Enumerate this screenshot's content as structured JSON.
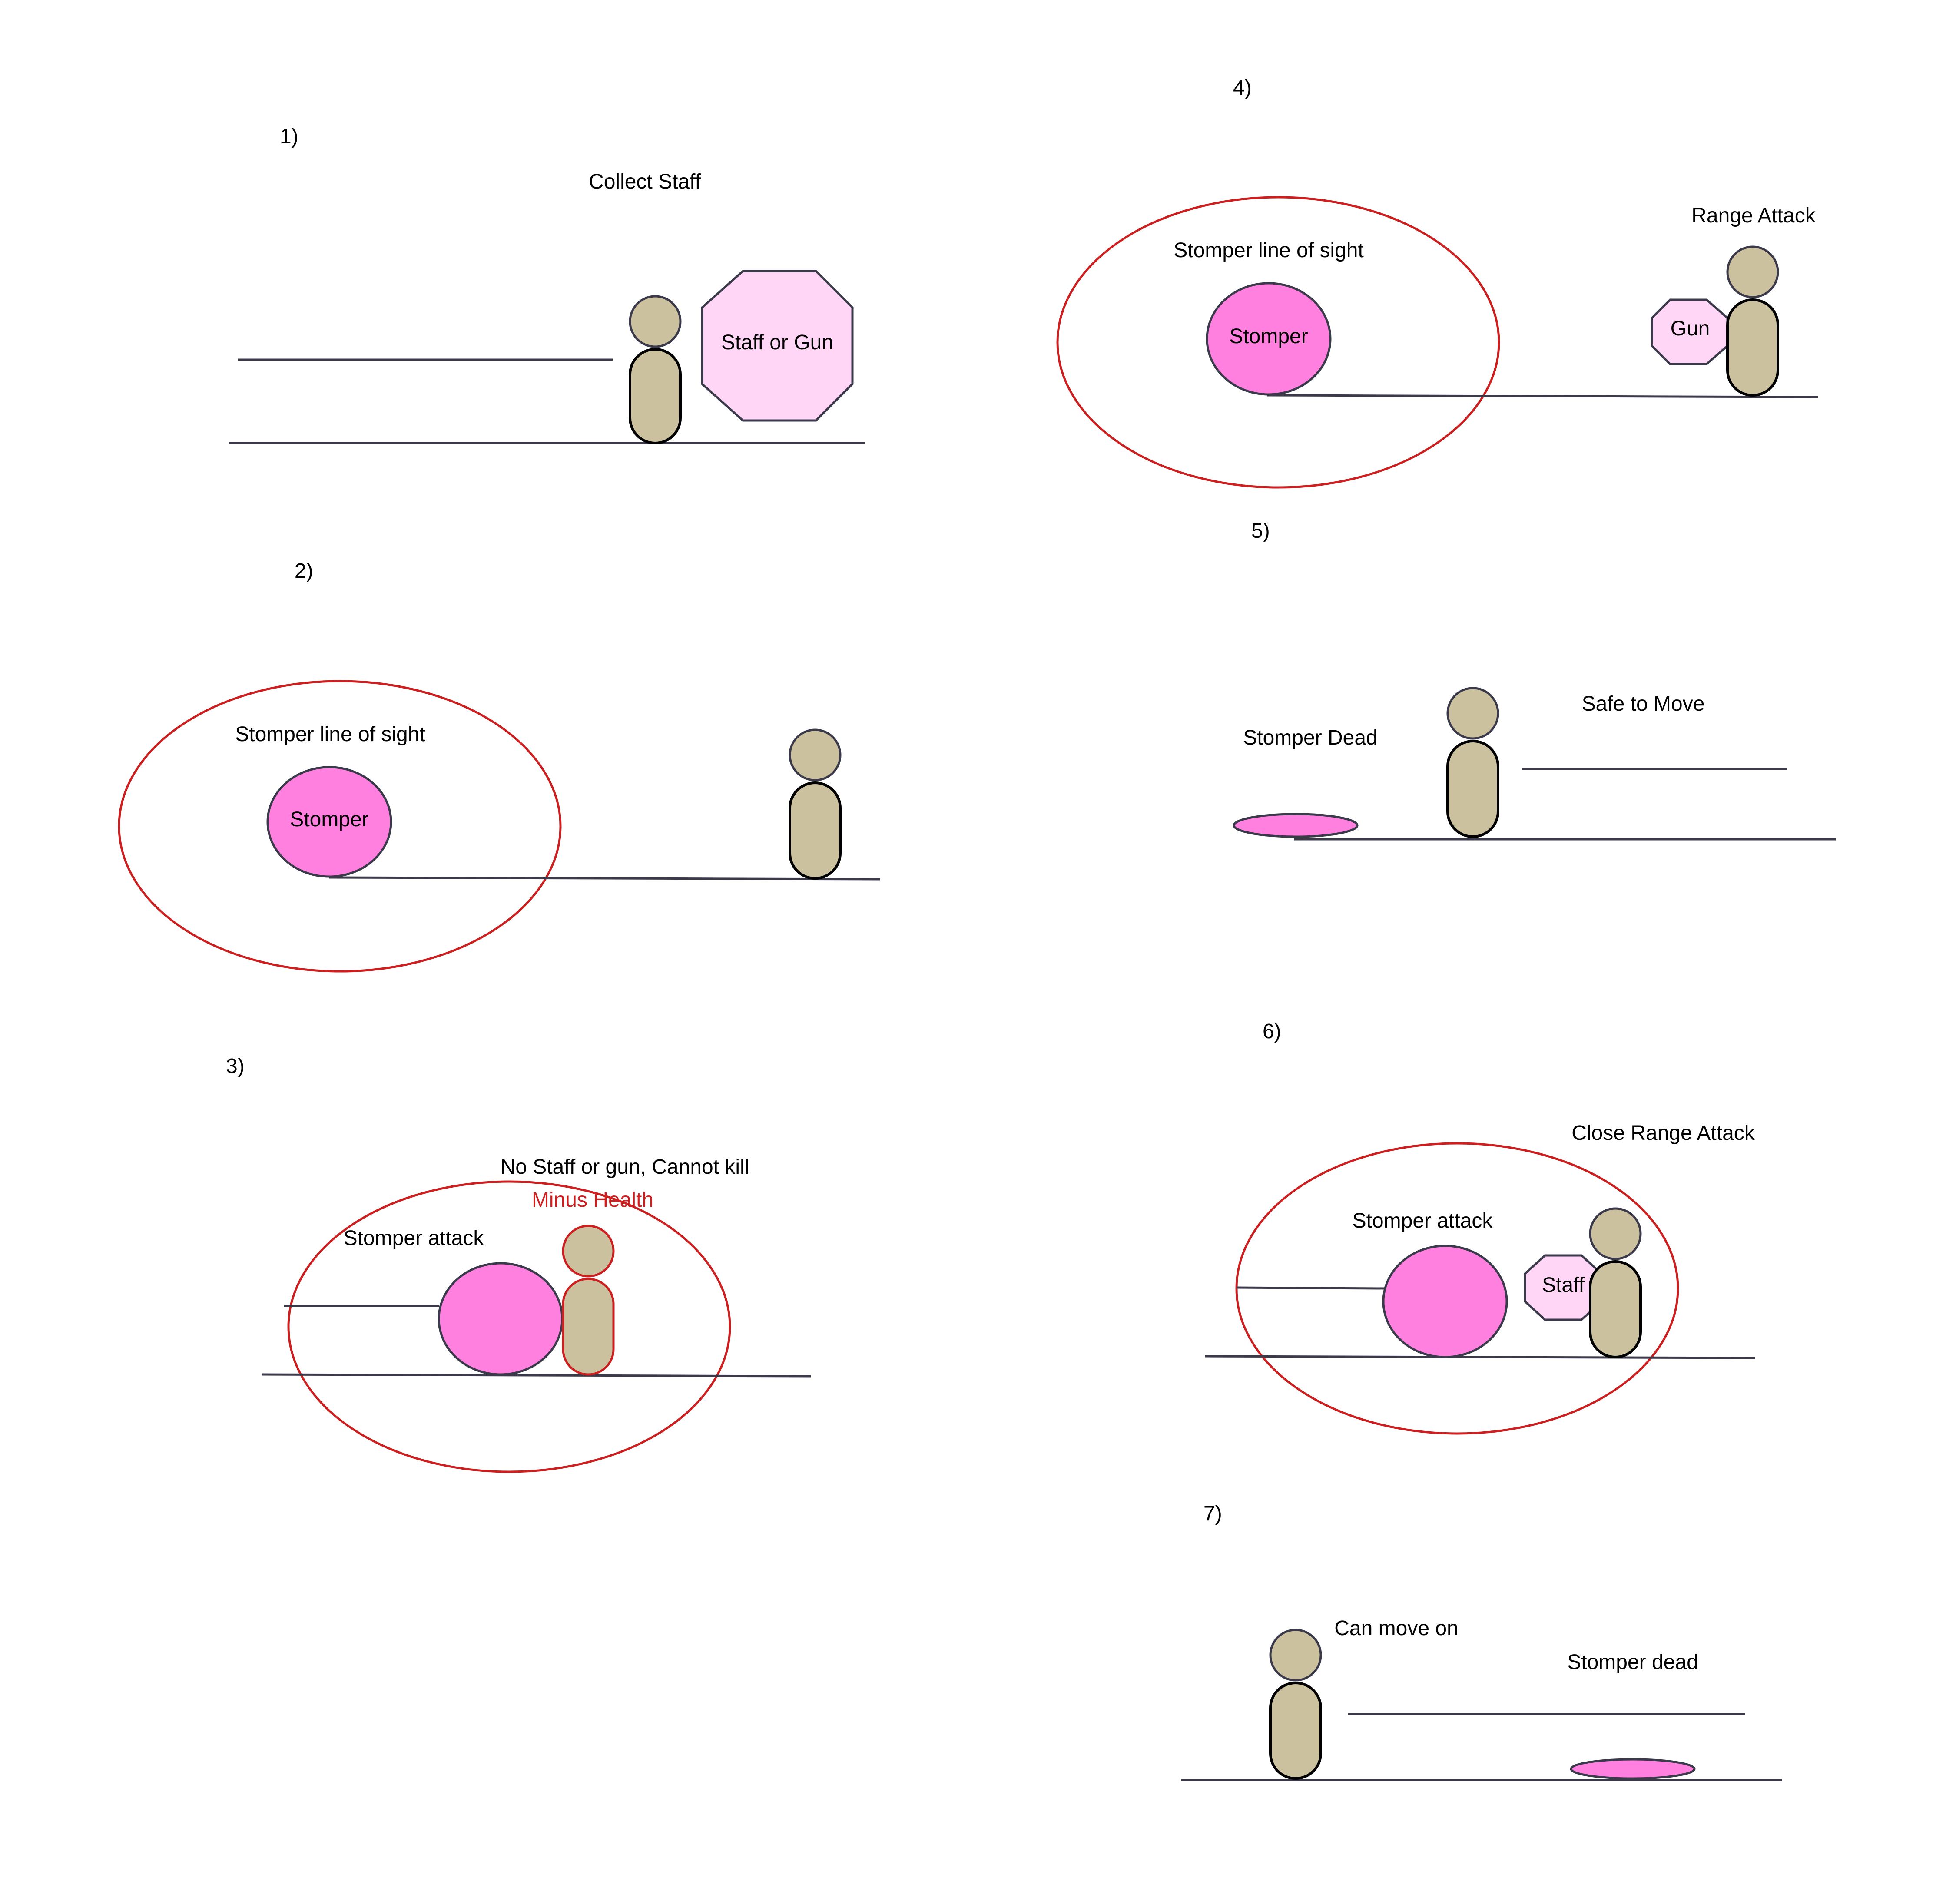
{
  "colors": {
    "stomper_fill": "#ff80df",
    "pickup_fill": "#ffd6f5",
    "player_fill": "#cbc19f",
    "sight_ring": "#cc1f1f",
    "line": "#3a3a4a"
  },
  "icons": {
    "player": "player-figure-icon",
    "stomper": "stomper-enemy-icon",
    "pickup": "octagon-pickup-icon"
  },
  "panels": {
    "p1": {
      "number": "1)",
      "caption": "Collect Staff",
      "pickup": "Staff or Gun"
    },
    "p2": {
      "number": "2)",
      "sight": "Stomper line of sight",
      "stomper": "Stomper"
    },
    "p3": {
      "number": "3)",
      "caption": "No Staff or gun, Cannot kill",
      "damage": "Minus Health",
      "attack": "Stomper attack"
    },
    "p4": {
      "number": "4)",
      "sight": "Stomper line of sight",
      "stomper": "Stomper",
      "caption": "Range Attack",
      "pickup": "Gun"
    },
    "p5": {
      "number": "5)",
      "dead": "Stomper Dead",
      "caption": "Safe to Move"
    },
    "p6": {
      "number": "6)",
      "caption": "Close Range Attack",
      "attack": "Stomper attack",
      "pickup": "Staff"
    },
    "p7": {
      "number": "7)",
      "caption": "Can move on",
      "dead": "Stomper dead"
    }
  }
}
